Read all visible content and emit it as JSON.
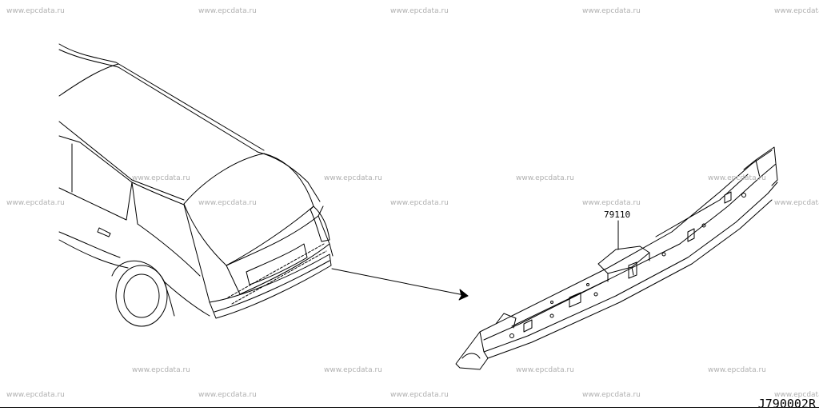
{
  "watermark_text": "www.epcdata.ru",
  "part_number": "79110",
  "diagram_code": "J790002R",
  "icons": [
    "car-rear-view-drawing",
    "rear-panel-part-drawing",
    "pointer-arrow"
  ]
}
